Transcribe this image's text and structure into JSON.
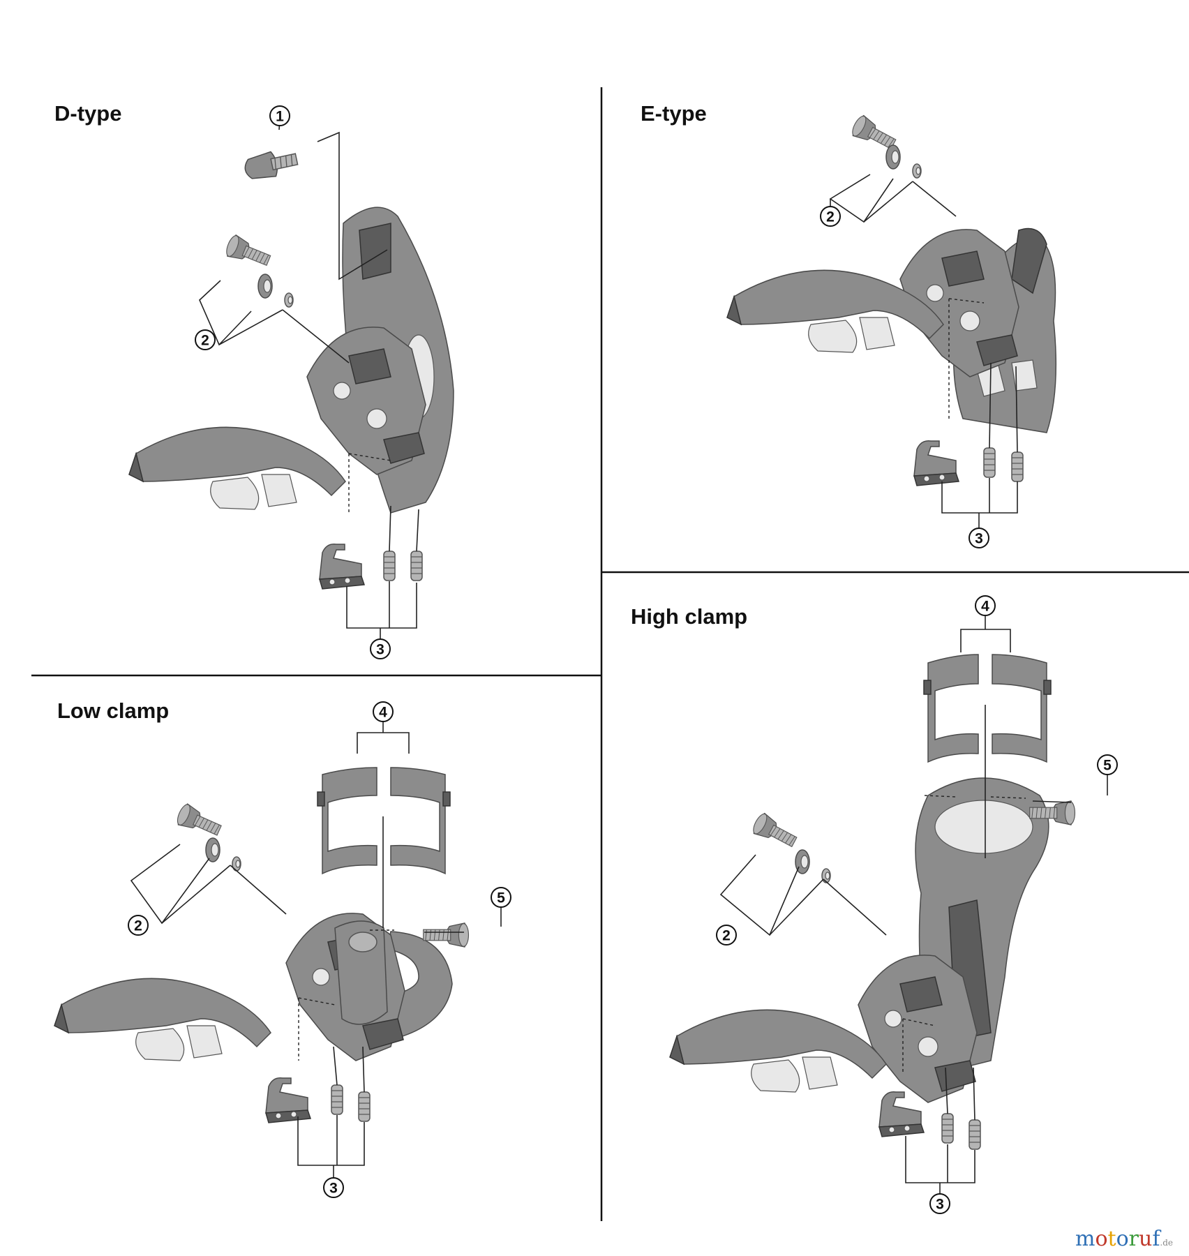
{
  "panels": {
    "d_type": {
      "title": "D-type",
      "callouts": [
        "1",
        "2",
        "3"
      ]
    },
    "e_type": {
      "title": "E-type",
      "callouts": [
        "2",
        "3"
      ]
    },
    "low_clamp": {
      "title": "Low clamp",
      "callouts": [
        "4",
        "2",
        "5",
        "3"
      ]
    },
    "high_clamp": {
      "title": "High clamp",
      "callouts": [
        "4",
        "5",
        "2",
        "3"
      ]
    }
  },
  "watermark": {
    "letters": [
      "m",
      "o",
      "t",
      "o",
      "r",
      "u",
      "f"
    ],
    "letter_colors": [
      "#2e6fb5",
      "#c0392b",
      "#e6a100",
      "#2e6fb5",
      "#3a9a3a",
      "#c0392b",
      "#2e6fb5"
    ],
    "suffix": ".de"
  },
  "colors": {
    "part": "#8c8c8c",
    "part_dark": "#5c5c5c",
    "line": "#222222"
  }
}
